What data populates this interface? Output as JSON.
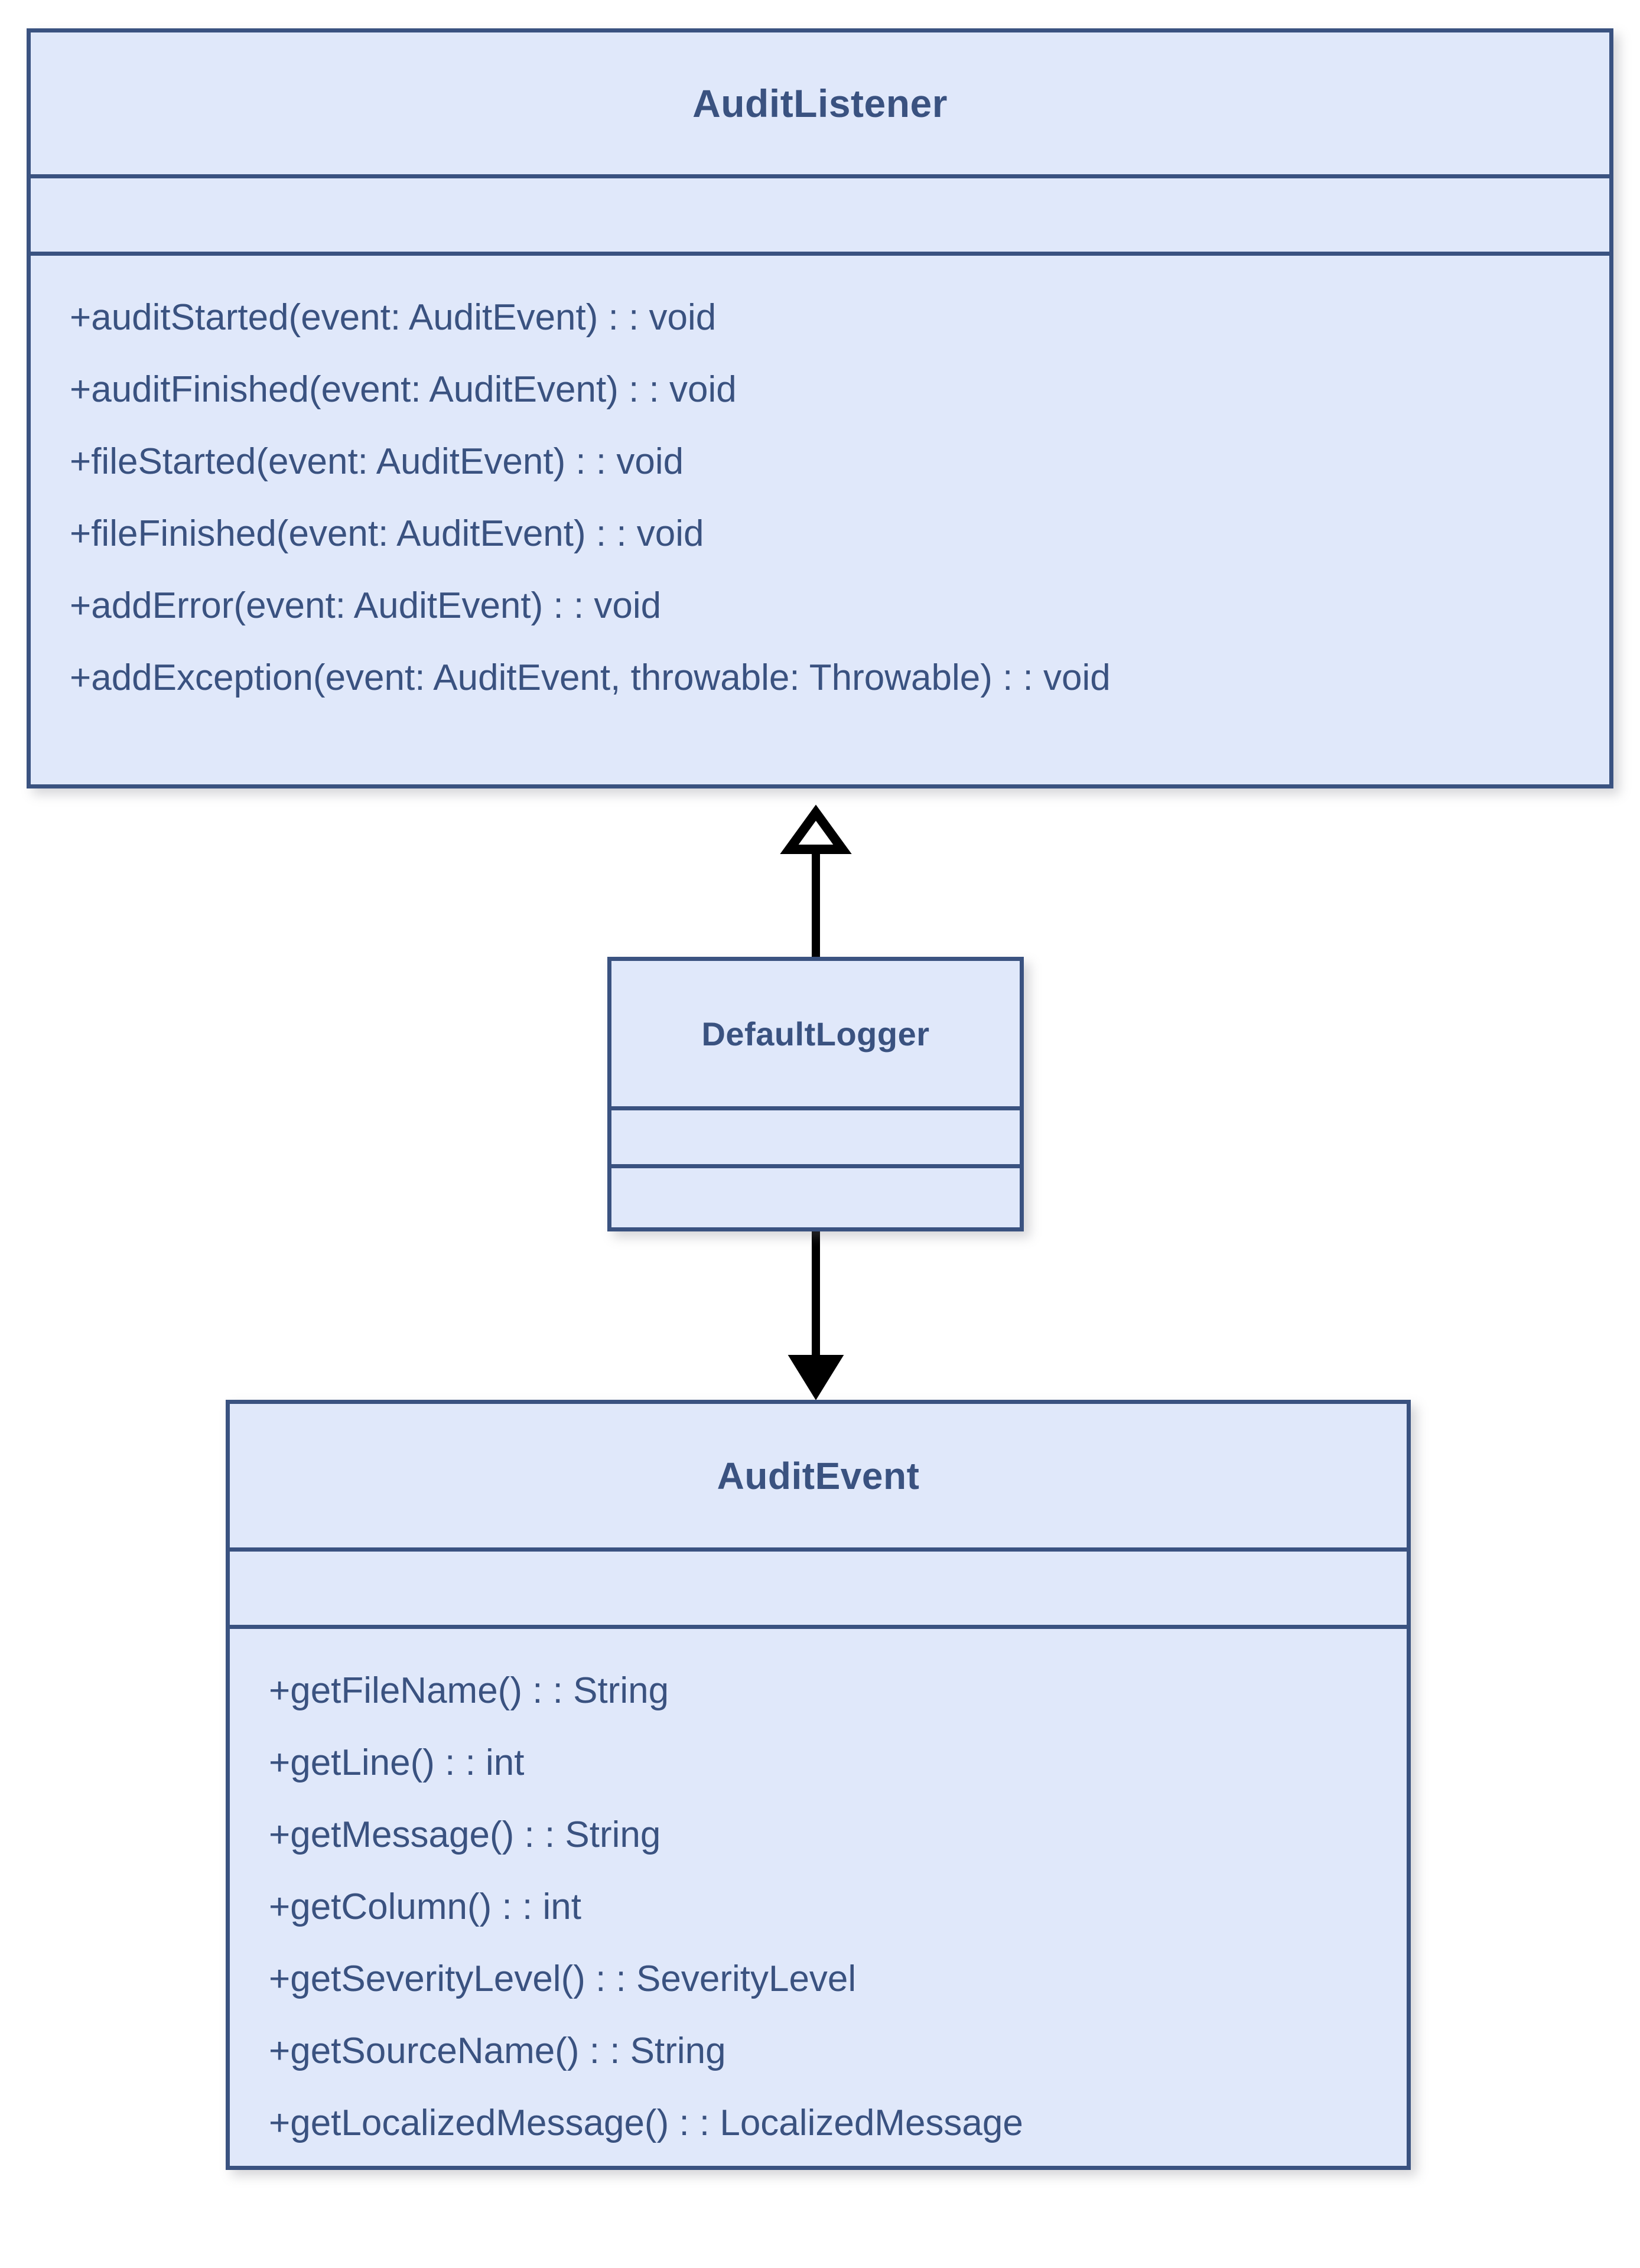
{
  "diagram": {
    "kind": "uml-class-diagram",
    "colors": {
      "class_fill": "#e0e8fa",
      "class_border": "#3a5280",
      "text": "#3a5280",
      "connector": "#000000",
      "background": "#ffffff"
    },
    "classes": [
      {
        "id": "audit-listener",
        "name": "AuditListener",
        "attributes": [],
        "operations": [
          "+auditStarted(event: AuditEvent) : : void",
          "+auditFinished(event: AuditEvent) : : void",
          "+fileStarted(event: AuditEvent) : : void",
          "+fileFinished(event: AuditEvent) : : void",
          "+addError(event: AuditEvent) : : void",
          "+addException(event: AuditEvent, throwable: Throwable) : : void"
        ]
      },
      {
        "id": "default-logger",
        "name": "DefaultLogger",
        "attributes": [],
        "operations": []
      },
      {
        "id": "audit-event",
        "name": "AuditEvent",
        "attributes": [],
        "operations": [
          "+getFileName() : : String",
          "+getLine() : : int",
          "+getMessage() : : String",
          "+getColumn() : : int",
          "+getSeverityLevel() : : SeverityLevel",
          "+getSourceName() : : String",
          "+getLocalizedMessage() : : LocalizedMessage"
        ]
      }
    ],
    "relationships": [
      {
        "id": "generalization-defaultlogger-auditlistener",
        "type": "generalization",
        "from": "DefaultLogger",
        "to": "AuditListener",
        "arrowhead": "hollow-triangle"
      },
      {
        "id": "association-defaultlogger-auditevent",
        "type": "association",
        "from": "DefaultLogger",
        "to": "AuditEvent",
        "arrowhead": "solid-arrow"
      }
    ]
  }
}
